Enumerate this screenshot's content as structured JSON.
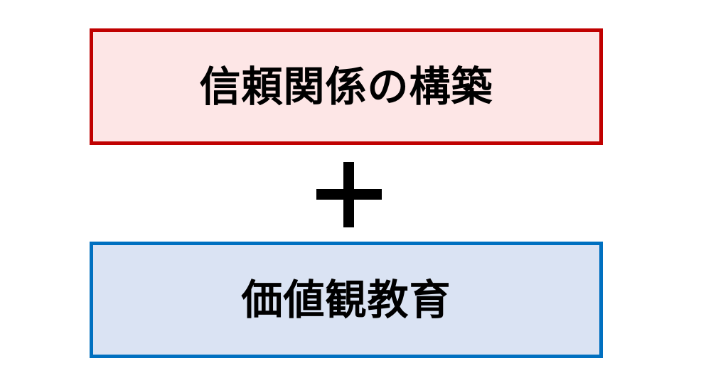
{
  "diagram": {
    "top_box": {
      "label": "信頼関係の構築",
      "fill_color": "#fde6e6",
      "border_color": "#c00000"
    },
    "operator": {
      "symbol": "plus"
    },
    "bottom_box": {
      "label": "価値観教育",
      "fill_color": "#dae3f3",
      "border_color": "#0070c0"
    },
    "text_color": "#000000"
  }
}
